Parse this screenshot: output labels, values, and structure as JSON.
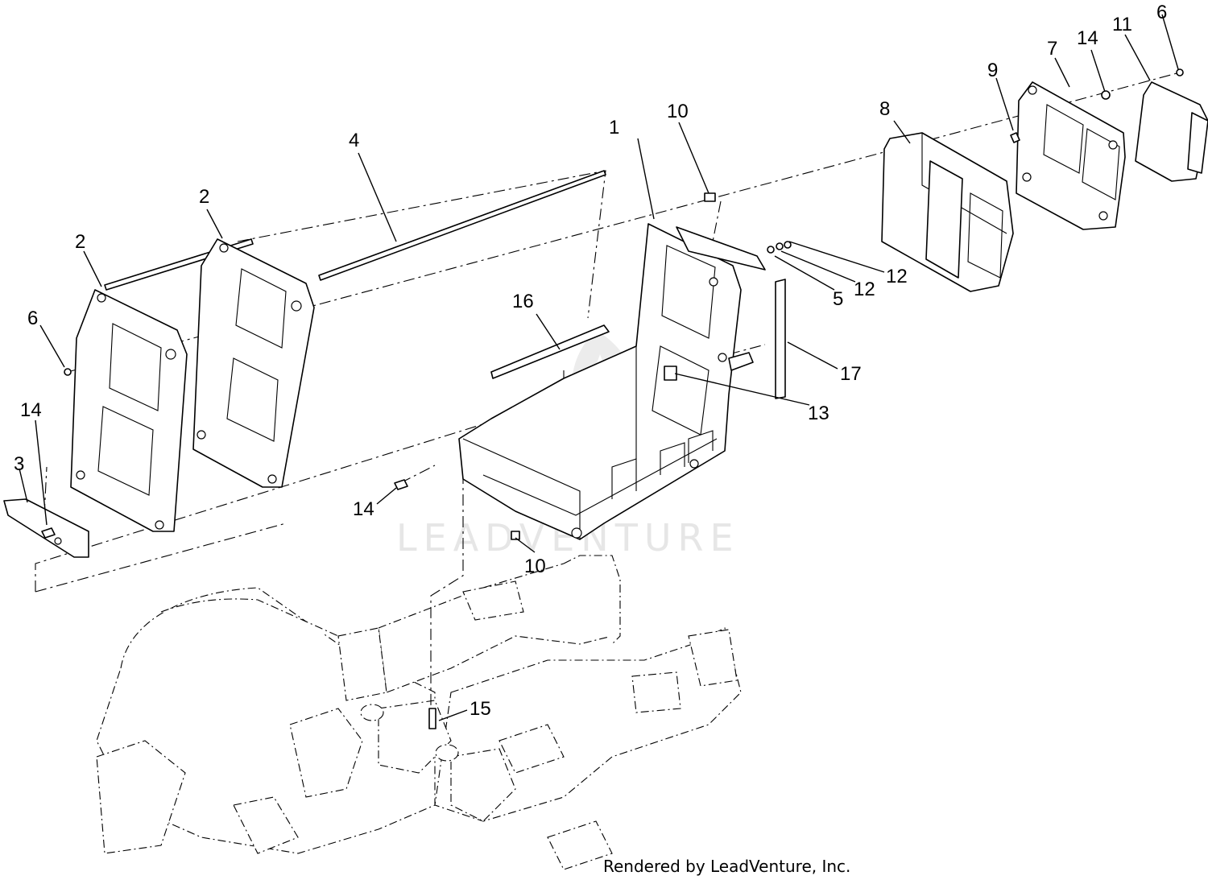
{
  "watermark": "LEADVENTURE",
  "credit": "Rendered by LeadVenture, Inc.",
  "callouts": [
    "1",
    "2",
    "2",
    "3",
    "4",
    "5",
    "6",
    "6",
    "7",
    "8",
    "9",
    "10",
    "10",
    "11",
    "12",
    "12",
    "13",
    "14",
    "14",
    "14",
    "15",
    "16",
    "17"
  ]
}
